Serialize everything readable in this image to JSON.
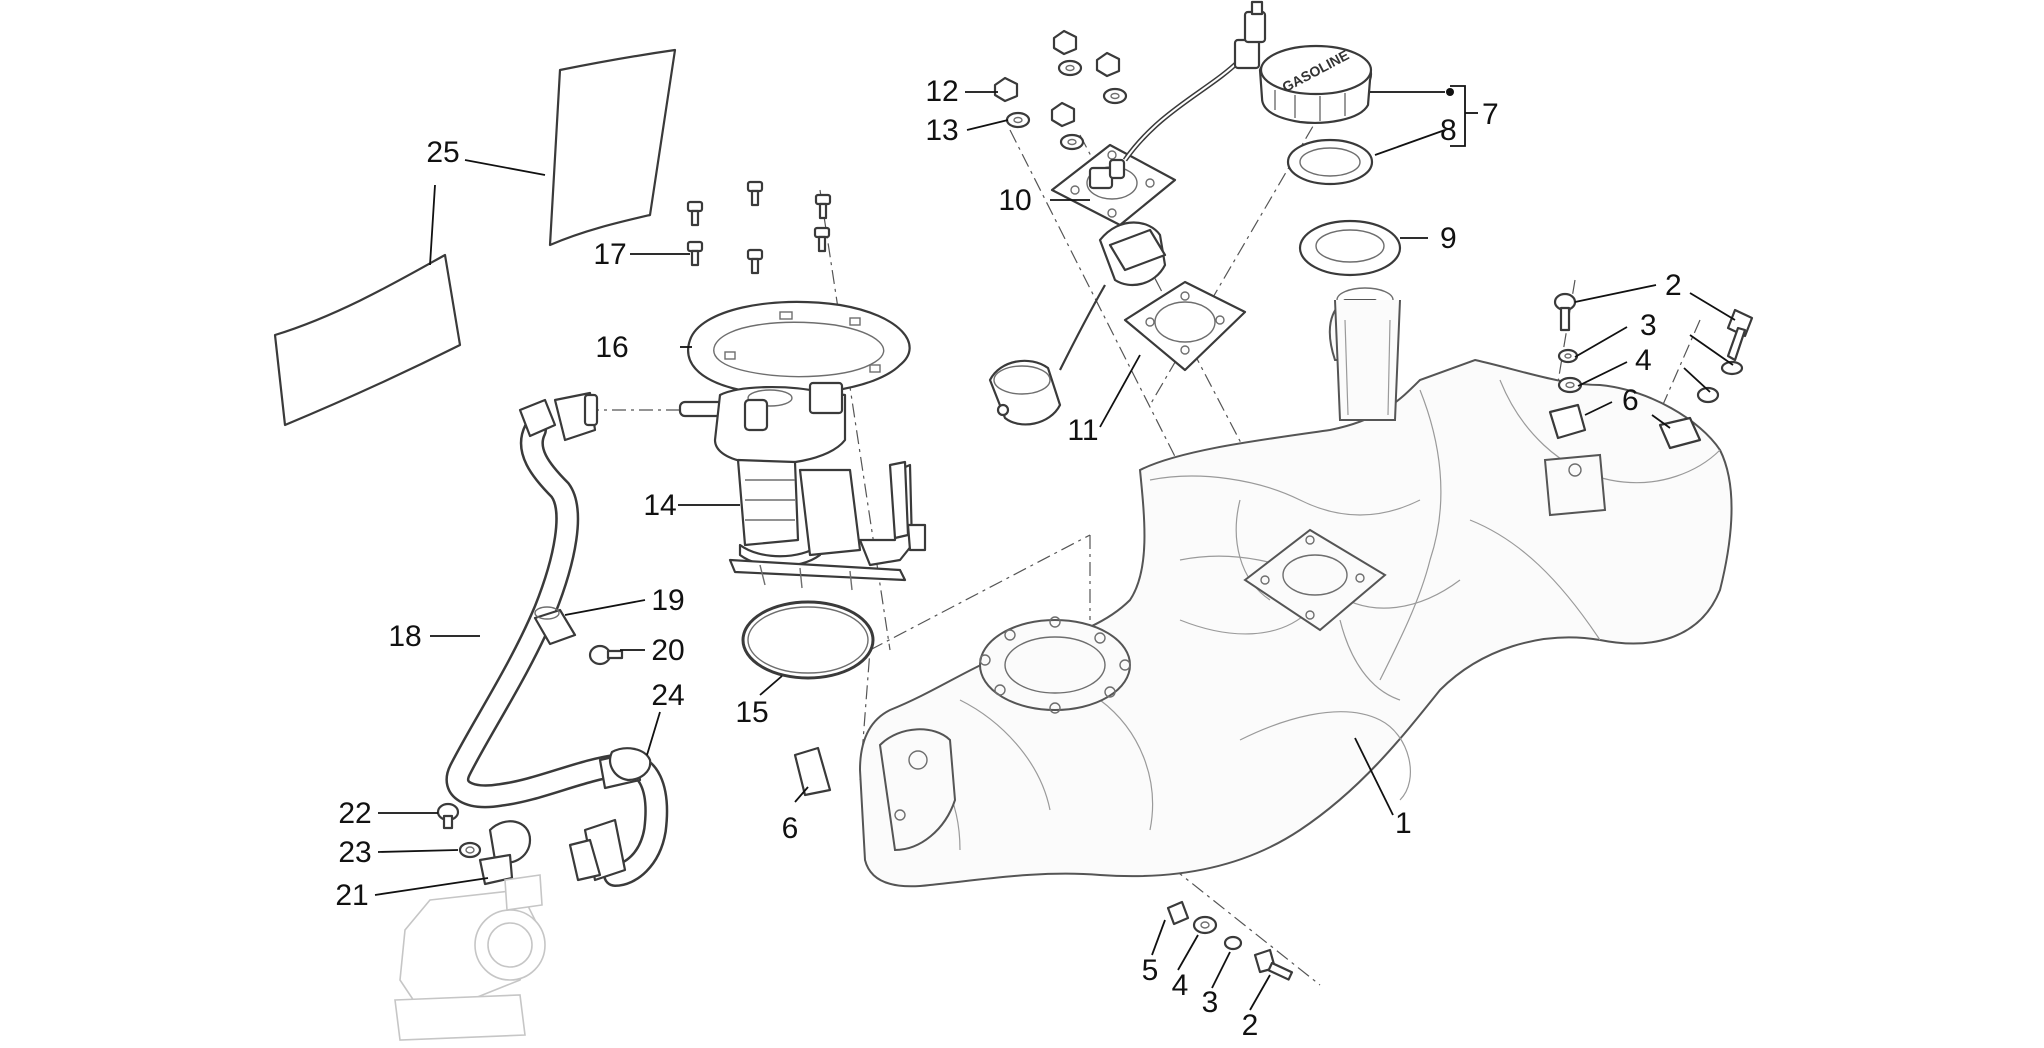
{
  "diagram": {
    "callouts": [
      "1",
      "2",
      "2",
      "3",
      "3",
      "4",
      "4",
      "5",
      "6",
      "6",
      "7",
      "8",
      "9",
      "10",
      "11",
      "12",
      "13",
      "14",
      "15",
      "16",
      "17",
      "18",
      "19",
      "20",
      "21",
      "22",
      "23",
      "24",
      "25"
    ],
    "cap_text": "GASOLINE"
  }
}
